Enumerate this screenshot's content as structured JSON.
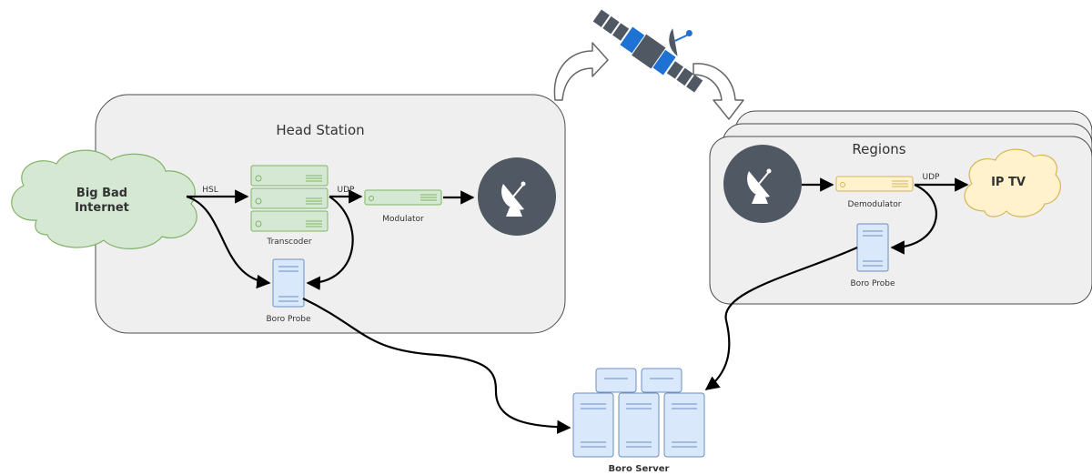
{
  "head_station": {
    "title": "Head Station"
  },
  "regions": {
    "title": "Regions"
  },
  "cloud": {
    "line1": "Big Bad",
    "line2": "Internet"
  },
  "ip_tv": {
    "label": "IP TV"
  },
  "nodes": {
    "transcoder": "Transcoder",
    "modulator": "Modulator",
    "demodulator": "Demodulator",
    "probe_head": "Boro Probe",
    "probe_region": "Boro Probe",
    "server": "Boro Server"
  },
  "edges": {
    "hsl": "HSL",
    "udp_head": "UDP",
    "udp_region": "UDP"
  },
  "colors": {
    "container_fill": "#efefef",
    "container_stroke": "#4d4d4d",
    "cloud_fill": "#d5e8d4",
    "cloud_stroke": "#82b366",
    "ip_tv_fill": "#fff2cc",
    "ip_tv_stroke": "#d6b656",
    "server_fill": "#dae8fc",
    "server_stroke": "#6c8ebf",
    "dish_circle": "#505864",
    "arrow": "#000000",
    "satellite_accent": "#1d72d3"
  },
  "icons": [
    "satellite-icon",
    "satellite-dish-icon",
    "server-icon",
    "cloud-shape"
  ]
}
